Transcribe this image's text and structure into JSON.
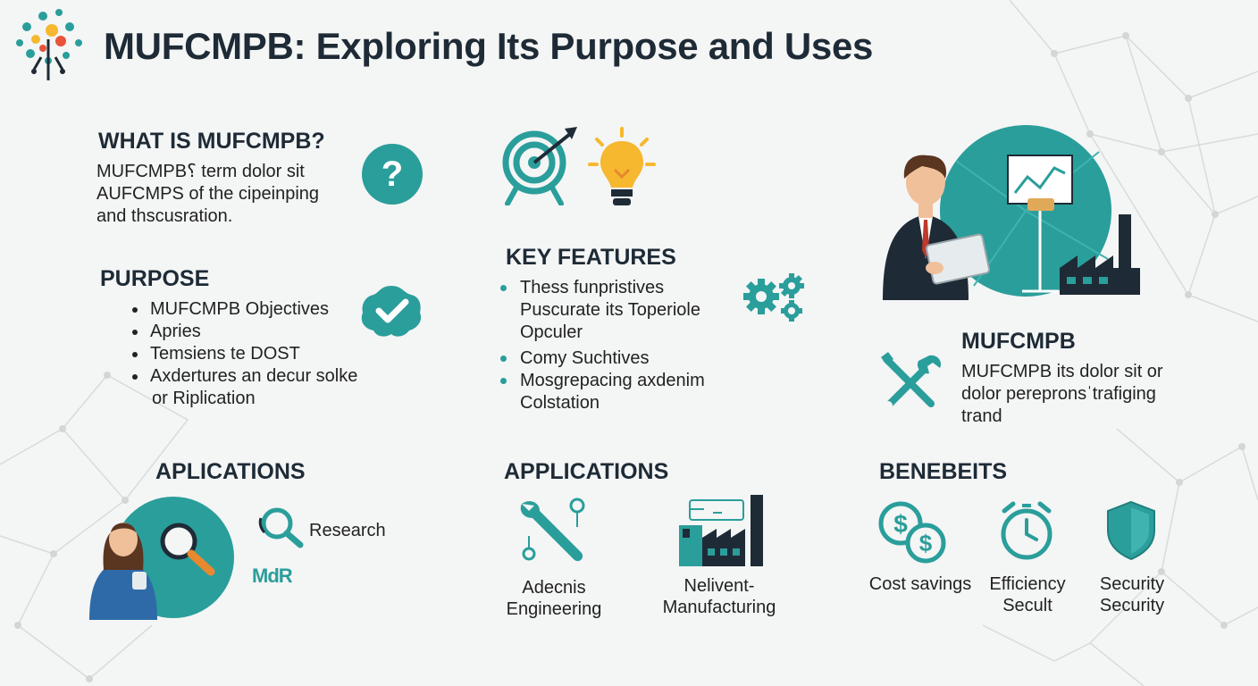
{
  "header": {
    "title": "MUFCMPB: Exploring Its Purpose and Uses",
    "logo_icon": "brain-network-icon"
  },
  "colors": {
    "teal": "#2a9e9b",
    "dark": "#1e2b36",
    "yellow": "#f5b82e",
    "orange": "#e8882f"
  },
  "what_is": {
    "heading": "WHAT IS MUFCMPB?",
    "lines": [
      "MUFCMPB⸮ term dolor sit",
      "AUFCMPS of the cipeinping",
      "and thscusration."
    ],
    "icon": "question-icon"
  },
  "purpose": {
    "heading": "PURPOSE",
    "items": [
      "MUFCMPB Objectives",
      "Apries",
      "Temsiens te DOST",
      "Axdertures an decur solke"
    ],
    "item_continuation": "or Riplication",
    "icon": "badge-check-icon"
  },
  "top_icons": [
    "target-icon",
    "lightbulb-icon"
  ],
  "key_features": {
    "heading": "KEY FEATURES",
    "items": [
      {
        "line1": "Thess funpristives",
        "line2": "Puscurate its Toperiole",
        "line3": "Opculer"
      },
      {
        "line1": "Comy Suchtives"
      },
      {
        "line1": "Mosgrepacing axdenim",
        "line2": "Colstation"
      }
    ],
    "icon": "gears-icon"
  },
  "mufcmpb_box": {
    "heading": "MUFCMPB",
    "lines": [
      "MUFCMPB its dolor sit or",
      "dolor perepronsˈtrafiging",
      "trand"
    ],
    "icon": "tools-icon"
  },
  "left_apps": {
    "heading": "APLICATIONS",
    "research_label": "Research",
    "mdr_label": "MdR",
    "icons": [
      "woman-avatar-icon",
      "magnifier-icon"
    ]
  },
  "applications": {
    "heading": "APPLICATIONS",
    "items": [
      {
        "icon": "wrench-icon",
        "line1": "Adecnis",
        "line2": "Engineering"
      },
      {
        "icon": "factory-icon",
        "line1": "Nelivent-",
        "line2": "Manufacturing"
      }
    ]
  },
  "benefits": {
    "heading": "BENEBEITS",
    "items": [
      {
        "icon": "coins-icon",
        "line1": "Cost savings",
        "line2": ""
      },
      {
        "icon": "clock-icon",
        "line1": "Efficiency",
        "line2": "Secult"
      },
      {
        "icon": "shield-icon",
        "line1": "Security",
        "line2": "Security"
      }
    ]
  },
  "illustration": {
    "icons": [
      "businessman-icon",
      "chart-board-icon",
      "factory-icon"
    ]
  }
}
